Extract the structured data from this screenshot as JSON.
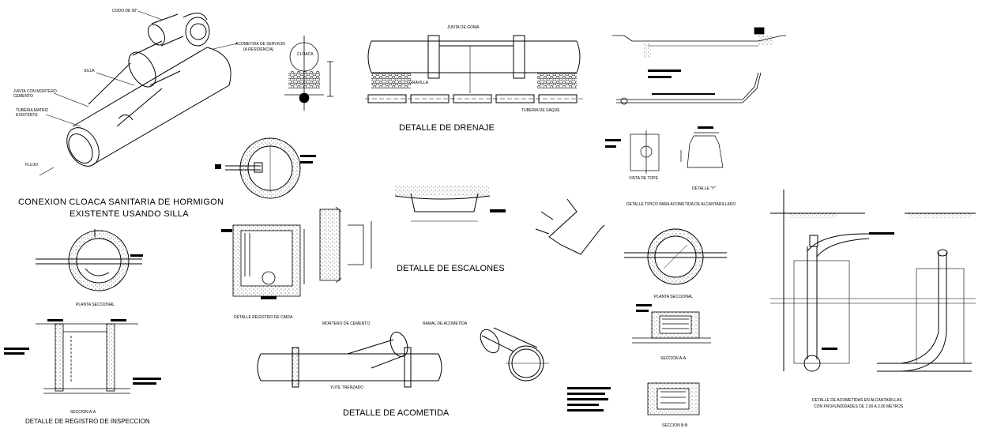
{
  "drawing": {
    "titles": {
      "conexion_line1": "CONEXION CLOACA SANITARIA DE HORMIGON",
      "conexion_line2": "EXISTENTE USANDO SILLA",
      "drenaje": "DETALLE DE DRENAJE",
      "escalones": "DETALLE DE ESCALONES",
      "acometida": "DETALLE DE ACOMETIDA"
    },
    "labels": {
      "codo": "CODO DE 90°",
      "acometida_servicio_1": "ACOMETIDA DE SERVICIO",
      "acometida_servicio_2": "(A RESIDENCIA)",
      "silla": "SILLA",
      "junta_mortero_1": "JUNTA CON MORTERO",
      "junta_mortero_2": "CEMENTO",
      "tuberia_matriz_1": "TUBERIA MATRIZ",
      "tuberia_matriz_2": "EXISTENTE",
      "flujo": "FLUJO",
      "cloaca": "CLOACA",
      "junta_goma": "JUNTA DE GOMA",
      "gravilla": "GRAVILLA",
      "tuberia_saque": "TUBERIA DE SAQUE",
      "vista_tope": "VISTA DE TOPE",
      "detalle_y": "DETALLE \"Y\"",
      "detalle_tipico": "DETALLE TIPICO PARA  ACOMETIDA DE ALCANTARILLADO",
      "planta_seccional_1": "PLANTA SECCIONAL",
      "registro_caida": "DETALLE REGISTRO DE CAIDA",
      "seccion_aa_1": "SECCION  A-A",
      "registro_inspeccion": "DETALLE DE REGISTRO DE INSPECCION",
      "mortero": "MORTERO DE CEMENTO",
      "ramal": "RAMAL DE ACOMETIDA",
      "yute": "YUTE TRENZADO",
      "planta_seccional_2": "PLANTA SECCIONAL",
      "seccion_aa_2": "SECCION A-A",
      "seccion_bb": "SECCION B-B",
      "acometidas_prof_1": "DETALLE DE ACOMETIDAS EN ALCANTARILLAS",
      "acometidas_prof_2": "CON PROFUNDIDADES DE 2.00 A 3.00 METROS"
    }
  }
}
